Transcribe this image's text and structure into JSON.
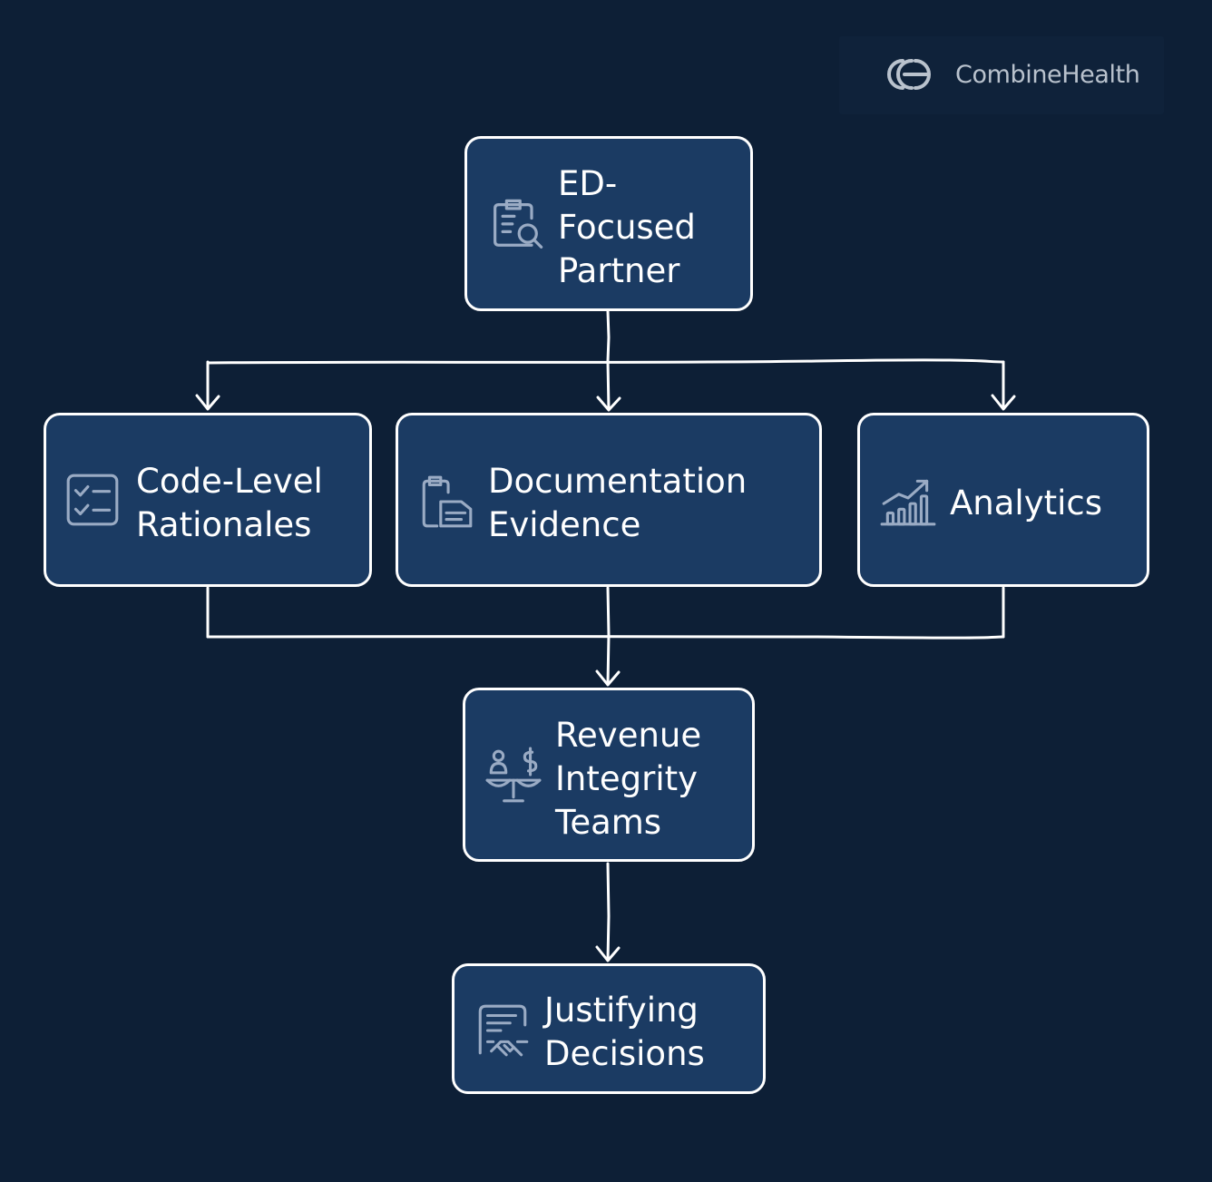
{
  "brand": {
    "name": "CombineHealth",
    "logo_icon": "combinehealth-logo-icon",
    "text_color": "#b9c2cd"
  },
  "colors": {
    "background": "#0d1f36",
    "node_fill": "#1b3b63",
    "node_border": "#ffffff",
    "connector": "#ffffff",
    "icon_stroke": "#9aabc4",
    "label_text": "#ffffff"
  },
  "nodes": {
    "ed_focused_partner": {
      "line1": "ED-",
      "line2": "Focused",
      "line3": "Partner",
      "icon": "clipboard-search-icon"
    },
    "code_level_rationales": {
      "line1": "Code-Level",
      "line2": "Rationales",
      "icon": "checklist-icon"
    },
    "documentation_evidence": {
      "line1": "Documentation",
      "line2": "Evidence",
      "icon": "clipboard-documents-icon"
    },
    "analytics": {
      "line1": "Analytics",
      "icon": "growth-chart-icon"
    },
    "revenue_integrity_teams": {
      "line1": "Revenue",
      "line2": "Integrity",
      "line3": "Teams",
      "icon": "person-balance-scale-icon"
    },
    "justifying_decisions": {
      "line1": "Justifying",
      "line2": "Decisions",
      "icon": "document-handshake-icon"
    }
  },
  "edges": [
    {
      "from": "ed_focused_partner",
      "to": "code_level_rationales"
    },
    {
      "from": "ed_focused_partner",
      "to": "documentation_evidence"
    },
    {
      "from": "ed_focused_partner",
      "to": "analytics"
    },
    {
      "from": "code_level_rationales",
      "to": "revenue_integrity_teams"
    },
    {
      "from": "documentation_evidence",
      "to": "revenue_integrity_teams"
    },
    {
      "from": "analytics",
      "to": "revenue_integrity_teams"
    },
    {
      "from": "revenue_integrity_teams",
      "to": "justifying_decisions"
    }
  ]
}
